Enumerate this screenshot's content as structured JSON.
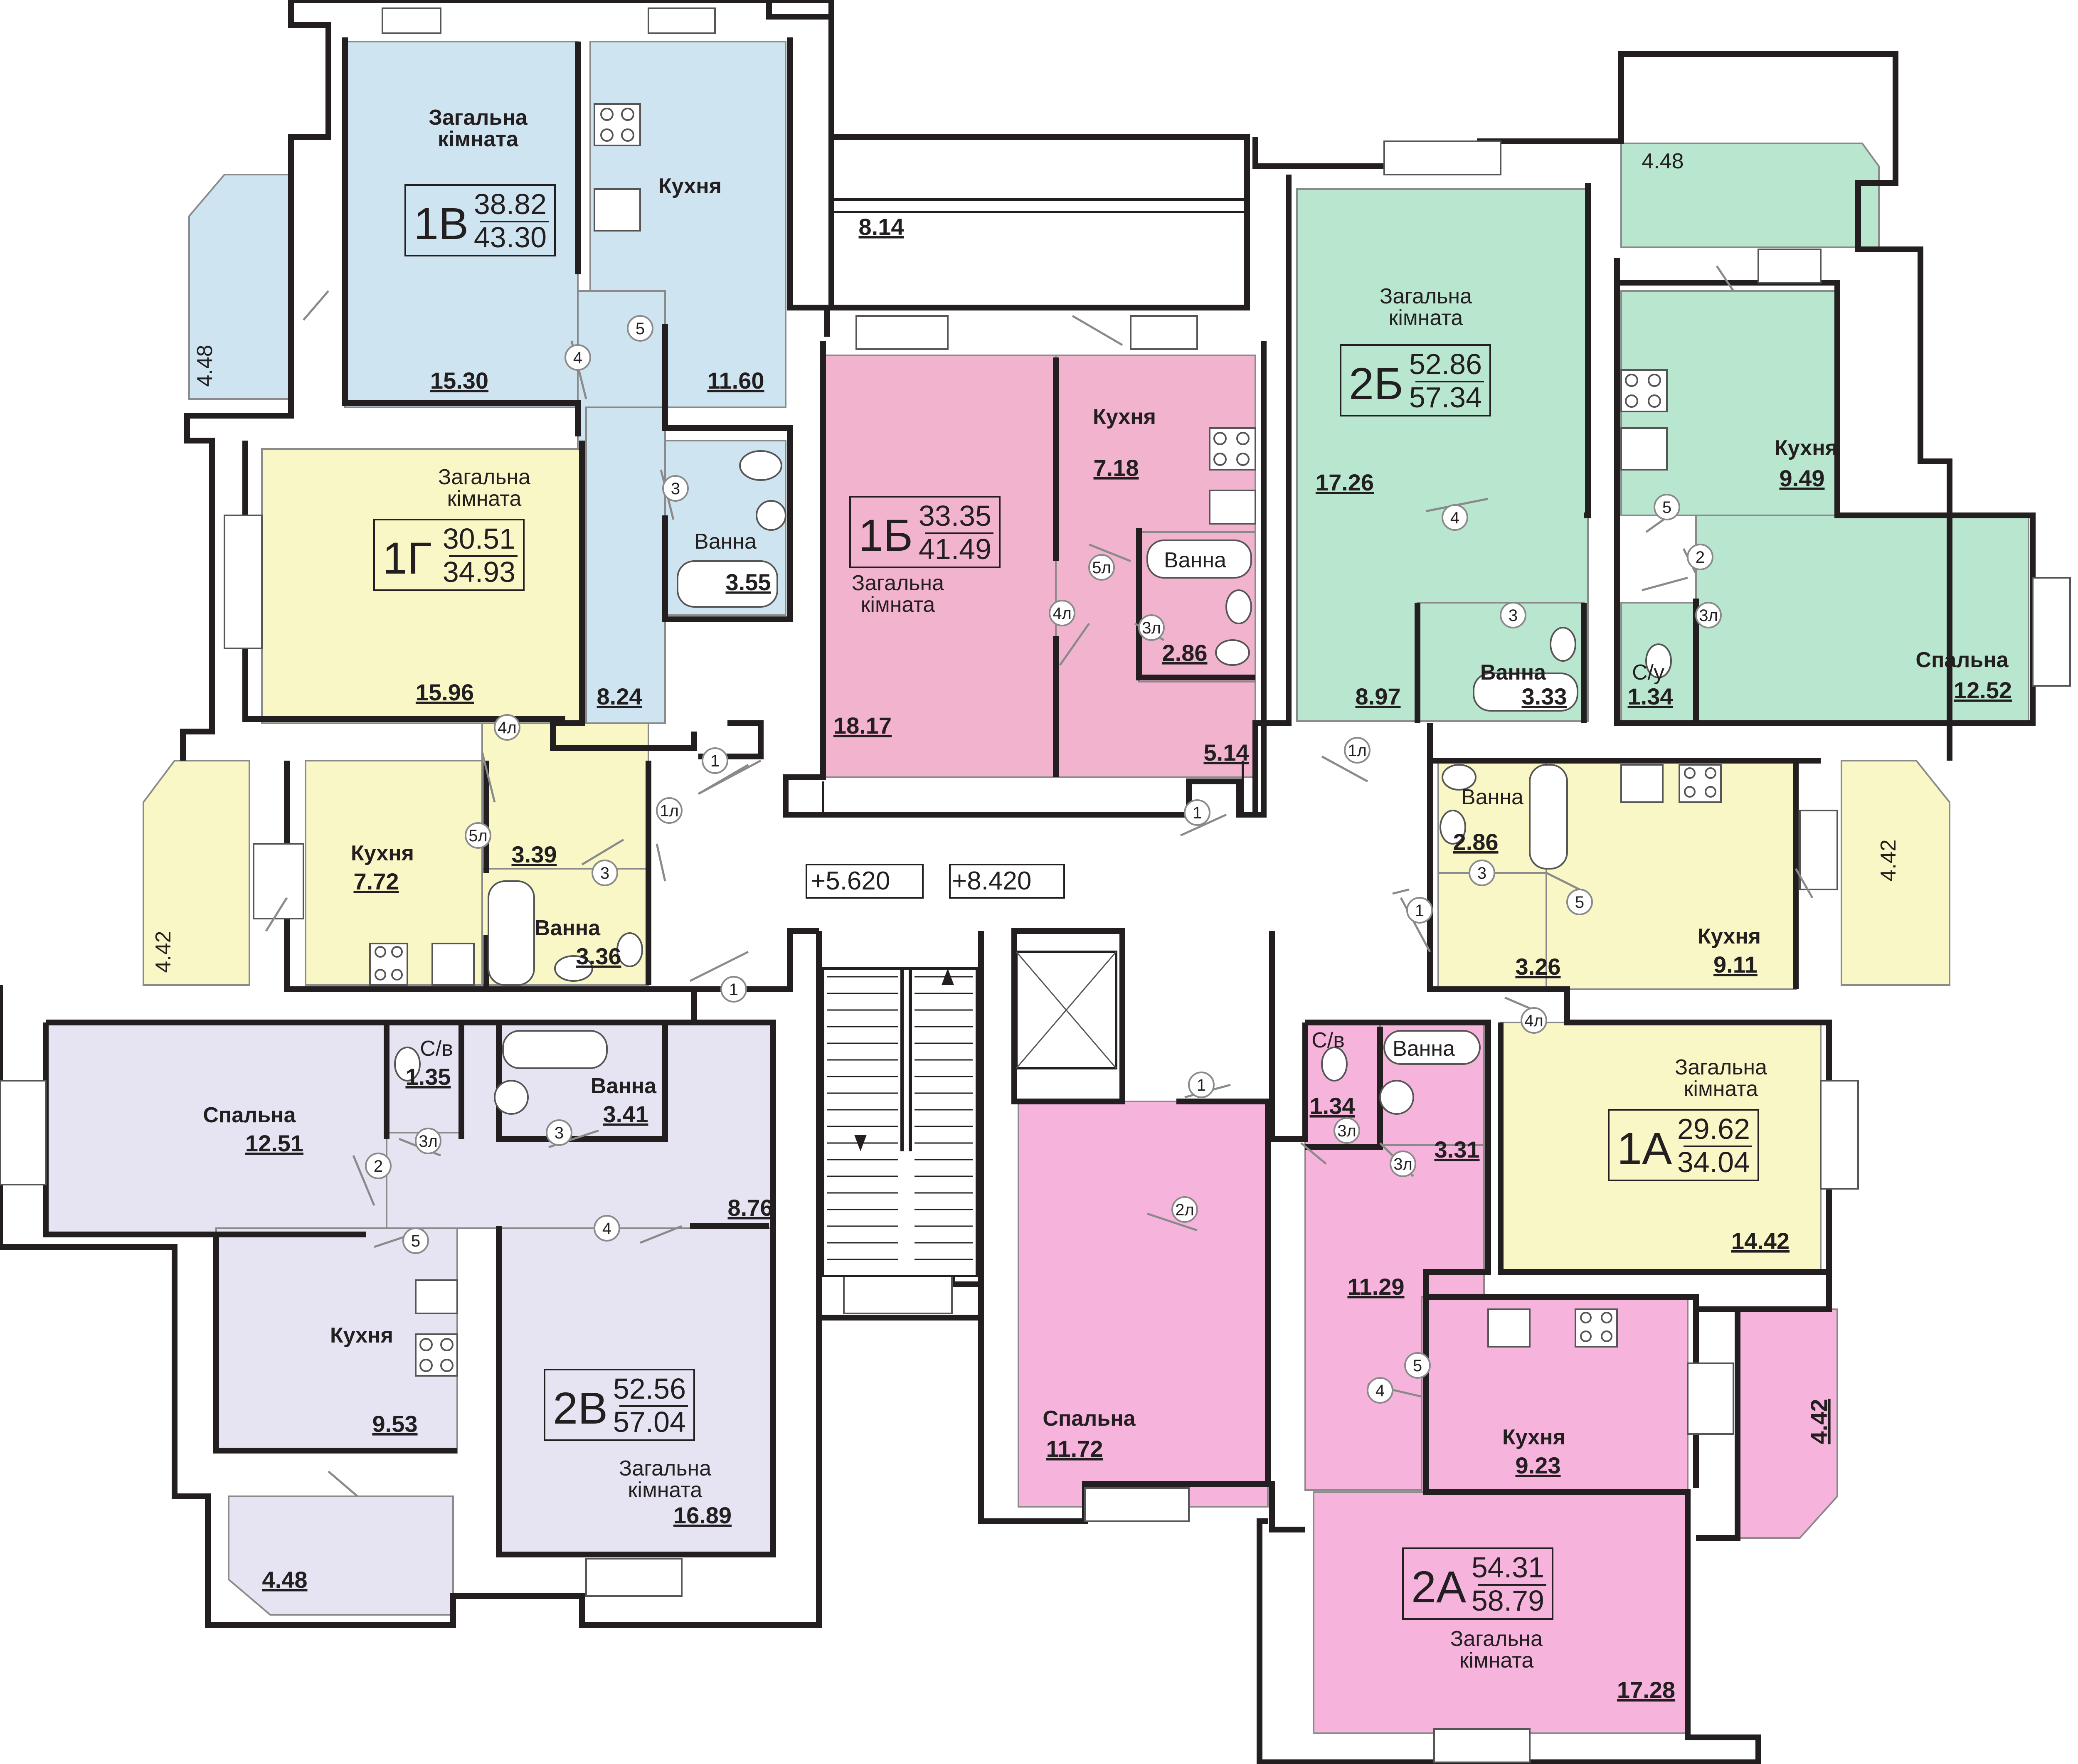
{
  "colors": {
    "blue": "#cfe4f1",
    "yellow": "#faf7c7",
    "pink_dark": "#f2b3cf",
    "pink": "#f6b3dc",
    "green": "#b9e6cf",
    "lavender": "#e6e4f2",
    "wall": "#231f20"
  },
  "levels": [
    "+5.620",
    "+8.420"
  ],
  "apartments": {
    "1V": {
      "id": "1В",
      "living_area": "38.82",
      "total_area": "43.30",
      "rooms": [
        {
          "name": "Загальна\nкімната",
          "area": "15.30"
        },
        {
          "name": "Кухня",
          "area": "11.60"
        },
        {
          "name": "Ванна",
          "area": "3.55"
        },
        {
          "name": "",
          "area": "8.24"
        }
      ],
      "balcony": "4.48"
    },
    "1G": {
      "id": "1Г",
      "living_area": "30.51",
      "total_area": "34.93",
      "rooms": [
        {
          "name": "Загальна\nкімната",
          "area": "15.96"
        },
        {
          "name": "Кухня",
          "area": "7.72"
        },
        {
          "name": "",
          "area": "3.39"
        },
        {
          "name": "Ванна",
          "area": "3.36"
        }
      ],
      "balcony": "4.42"
    },
    "1B": {
      "id": "1Б",
      "living_area": "33.35",
      "total_area": "41.49",
      "rooms": [
        {
          "name": "Загальна\nкімната",
          "area": "18.17"
        },
        {
          "name": "Кухня",
          "area": "7.18"
        },
        {
          "name": "Ванна",
          "area": "2.86"
        },
        {
          "name": "",
          "area": "5.14"
        }
      ],
      "balcony": "8.14"
    },
    "2B": {
      "id": "2Б",
      "living_area": "52.86",
      "total_area": "57.34",
      "rooms": [
        {
          "name": "Загальна\nкімната",
          "area": "17.26"
        },
        {
          "name": "Кухня",
          "area": "9.49"
        },
        {
          "name": "Ванна",
          "area": "3.33"
        },
        {
          "name": "С/у",
          "area": "1.34"
        },
        {
          "name": "Спальна",
          "area": "12.52"
        },
        {
          "name": "",
          "area": "8.97"
        }
      ],
      "balcony": "4.48"
    },
    "2V": {
      "id": "2В",
      "living_area": "52.56",
      "total_area": "57.04",
      "rooms": [
        {
          "name": "Спальна",
          "area": "12.51"
        },
        {
          "name": "С/в",
          "area": "1.35"
        },
        {
          "name": "Ванна",
          "area": "3.41"
        },
        {
          "name": "",
          "area": "8.76"
        },
        {
          "name": "Кухня",
          "area": "9.53"
        },
        {
          "name": "Загальна\nкімната",
          "area": "16.89"
        }
      ],
      "balcony": "4.48"
    },
    "1A": {
      "id": "1А",
      "living_area": "29.62",
      "total_area": "34.04",
      "rooms": [
        {
          "name": "Ванна",
          "area": "2.86"
        },
        {
          "name": "Кухня",
          "area": "9.11"
        },
        {
          "name": "",
          "area": "3.26"
        },
        {
          "name": "Загальна\nкімната",
          "area": "14.42"
        }
      ],
      "balcony": "4.42"
    },
    "2A": {
      "id": "2А",
      "living_area": "54.31",
      "total_area": "58.79",
      "rooms": [
        {
          "name": "Спальна",
          "area": "11.72"
        },
        {
          "name": "С/в",
          "area": "1.34"
        },
        {
          "name": "Ванна",
          "area": "3.31"
        },
        {
          "name": "",
          "area": "11.29"
        },
        {
          "name": "Кухня",
          "area": "9.23"
        },
        {
          "name": "Загальна\nкімната",
          "area": "17.28"
        }
      ],
      "balcony": "4.42"
    }
  },
  "door_marks": [
    "1",
    "1л",
    "2",
    "2л",
    "3",
    "3л",
    "4",
    "4л",
    "5",
    "5л"
  ]
}
